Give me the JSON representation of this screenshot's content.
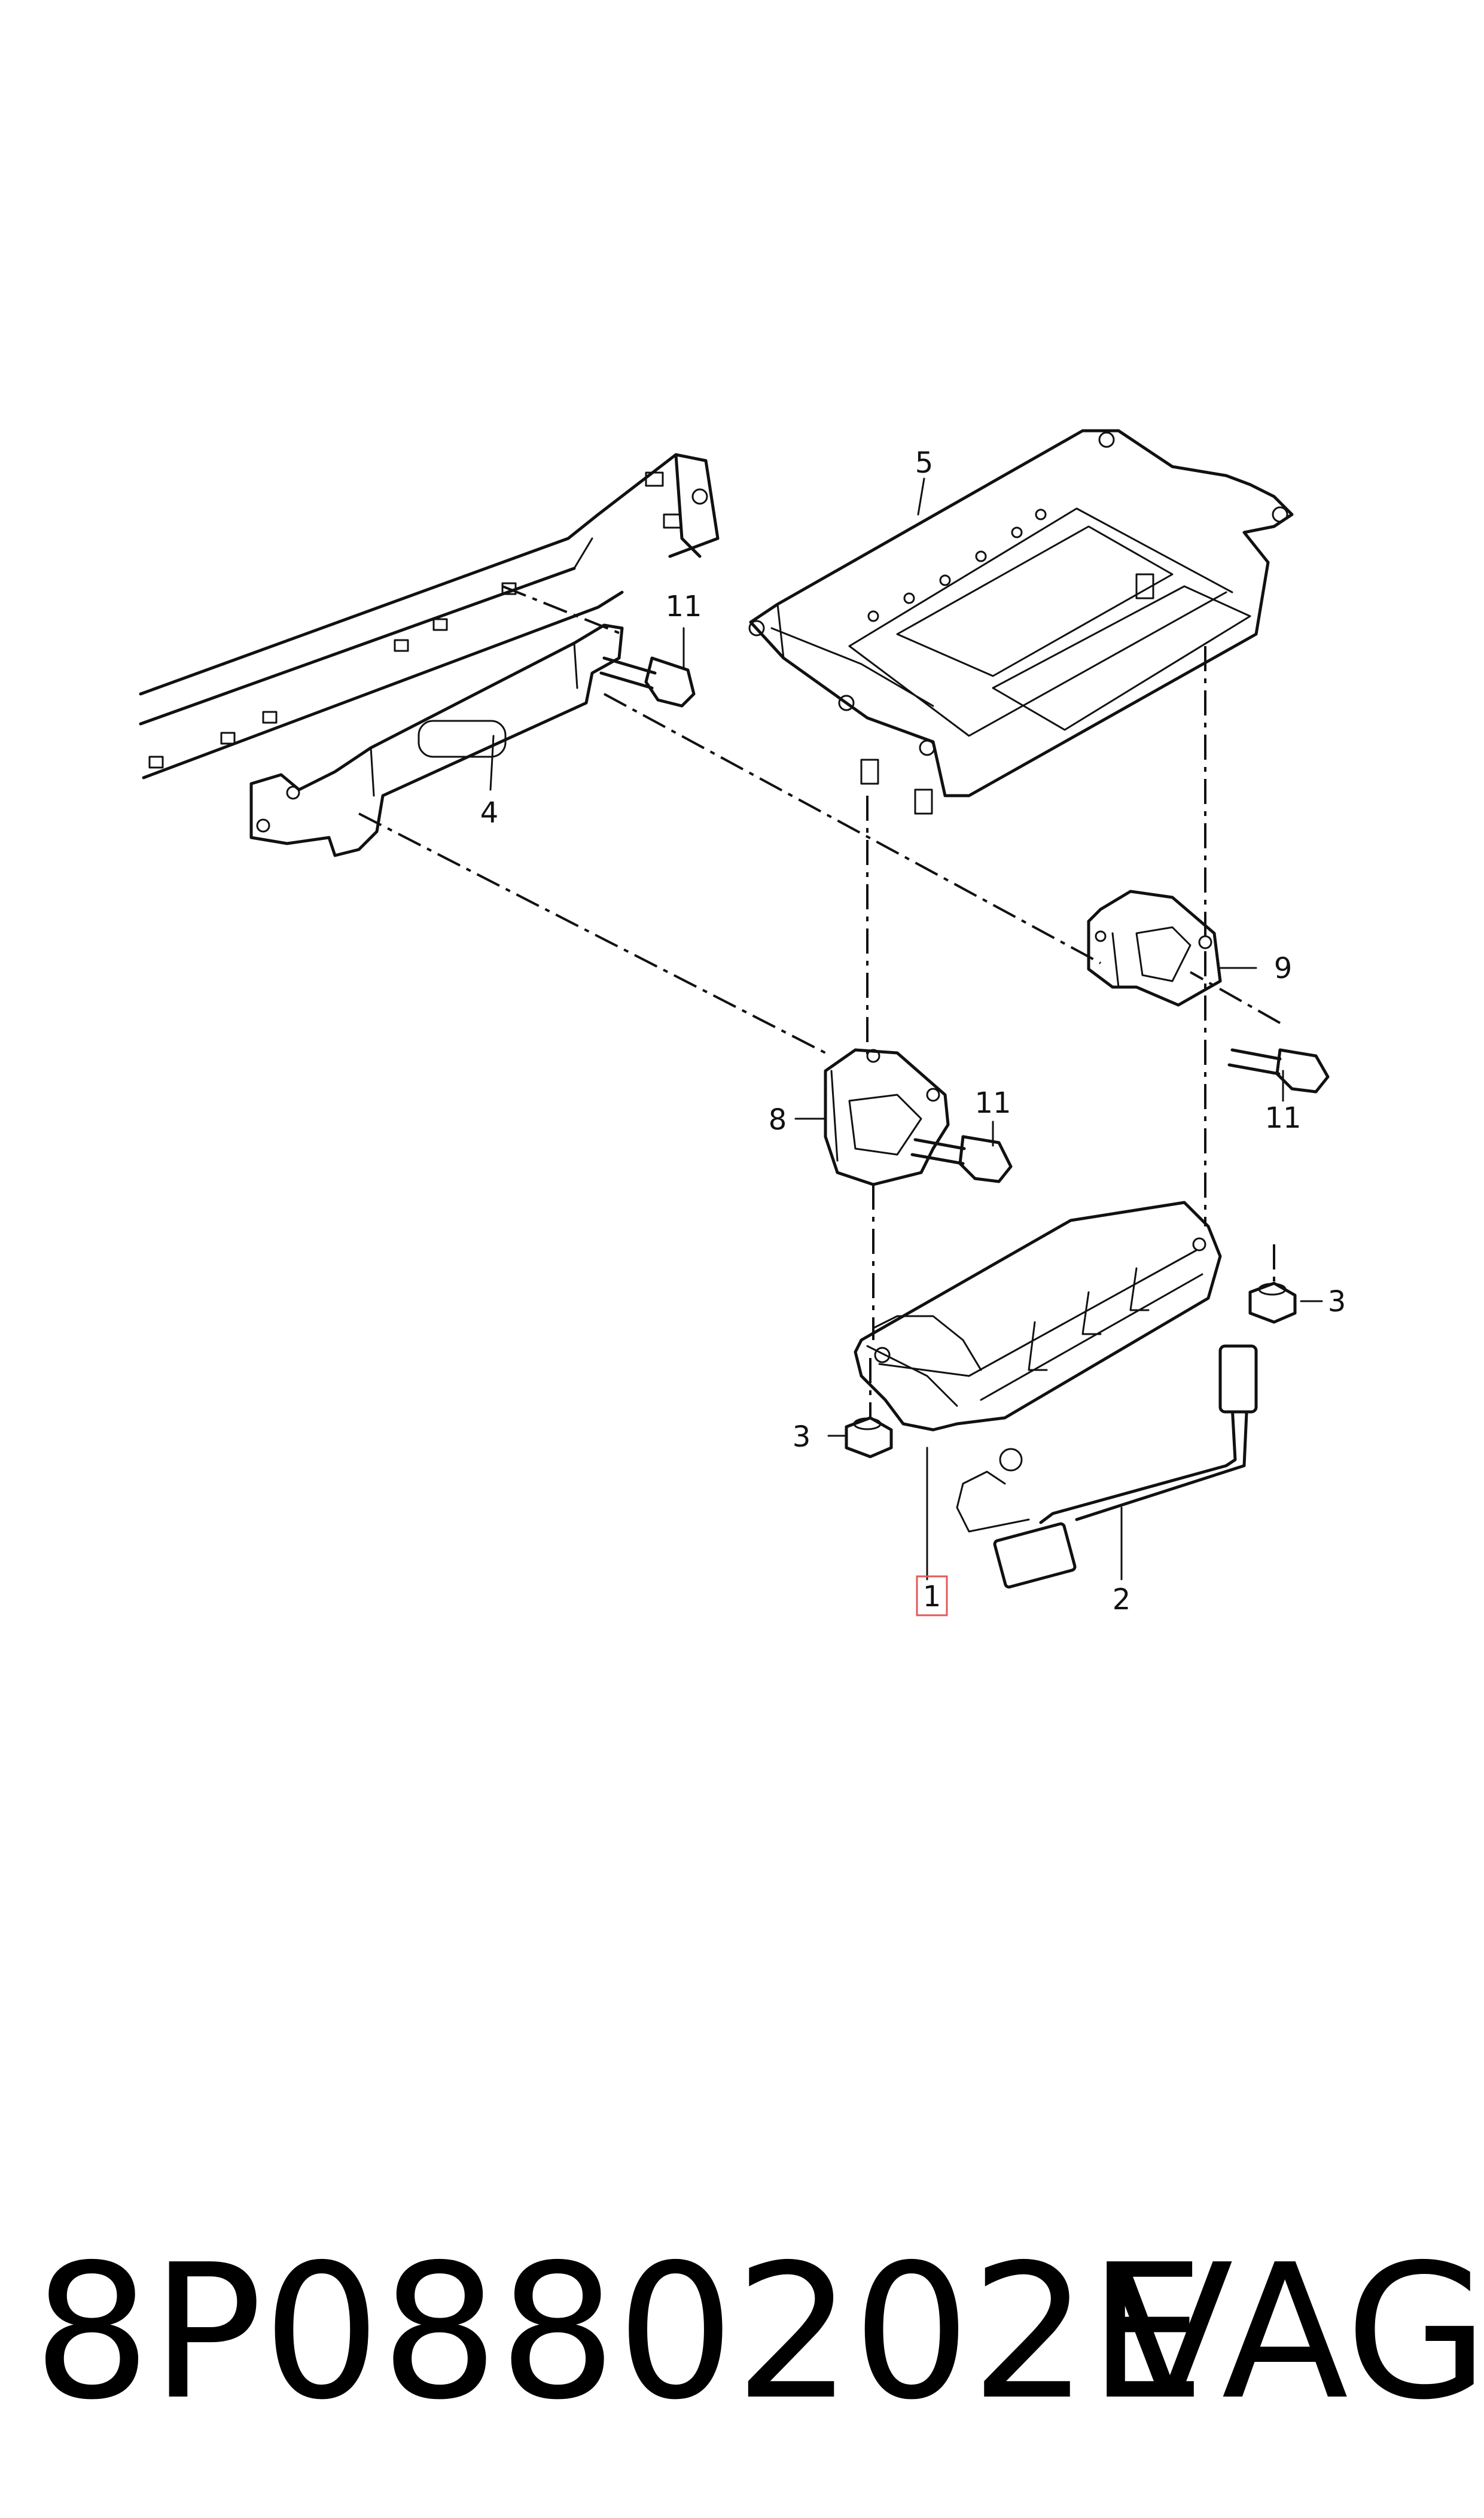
{
  "diagram": {
    "callouts": [
      {
        "id": "c1",
        "label": "1",
        "highlighted": true
      },
      {
        "id": "c2",
        "label": "2"
      },
      {
        "id": "c3a",
        "label": "3"
      },
      {
        "id": "c3b",
        "label": "3"
      },
      {
        "id": "c4",
        "label": "4"
      },
      {
        "id": "c5",
        "label": "5"
      },
      {
        "id": "c8",
        "label": "8"
      },
      {
        "id": "c9",
        "label": "9"
      },
      {
        "id": "c11a",
        "label": "11"
      },
      {
        "id": "c11b",
        "label": "11"
      },
      {
        "id": "c11c",
        "label": "11"
      }
    ],
    "highlight_color": "#e05a5a"
  },
  "footer": {
    "part_number": "8P0880202E",
    "brand": "VAG"
  }
}
